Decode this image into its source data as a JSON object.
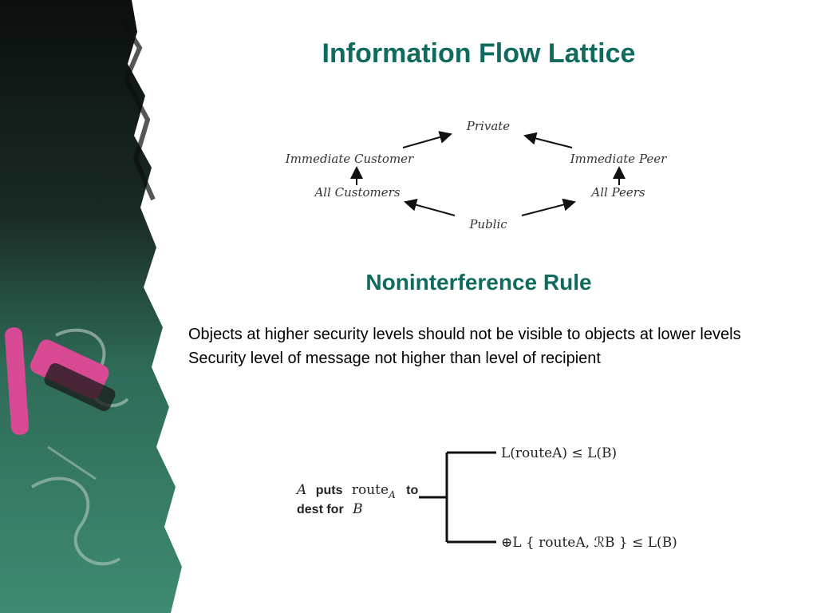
{
  "slide": {
    "title": "Information Flow Lattice",
    "subtitle": "Noninterference Rule",
    "bullets": [
      "Objects at higher security levels should not be visible to objects at lower levels",
      "Security level of message not higher than level of recipient"
    ]
  },
  "lattice": {
    "nodes": {
      "top": "Private",
      "left_upper": "Immediate Customer",
      "right_upper": "Immediate Peer",
      "left_lower": "All Customers",
      "right_lower": "All Peers",
      "bottom": "Public"
    }
  },
  "rule": {
    "premise_line1_var": "A",
    "premise_line1_verb": "puts",
    "premise_line1_route": "route",
    "premise_line1_sub": "A",
    "premise_line1_to": "to",
    "premise_line2_text": "dest for",
    "premise_line2_var": "B",
    "condition_top": "L(routeA) ≤ L(B)",
    "condition_bottom": "⊕L { routeA, ℛB } ≤ L(B)"
  },
  "colors": {
    "heading": "#0f6b5e",
    "body_text": "#000000",
    "chalkboard": "#1f4a3c",
    "chalk": "#d84a94"
  }
}
